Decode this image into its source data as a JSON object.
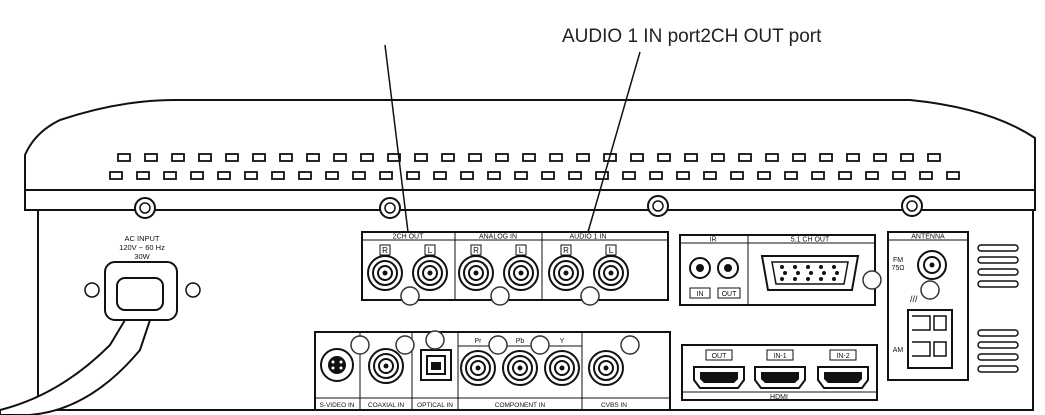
{
  "caption": "AUDIO 1 IN port2CH OUT port",
  "ac_input": {
    "line1": "AC INPUT",
    "line2": "120V ~ 60 Hz",
    "line3": "30W"
  },
  "audio_panel": {
    "ch2_out": "2CH OUT",
    "analog_in": "ANALOG IN",
    "audio1_in": "AUDIO 1 IN",
    "r": "R",
    "l": "L"
  },
  "ir_panel": {
    "title": "IR",
    "in": "IN",
    "out": "OUT",
    "ch51_out": "5.1 CH OUT"
  },
  "antenna_panel": {
    "title": "ANTENNA",
    "fm": "FM",
    "fm_ohm": "75Ω",
    "am": "AM"
  },
  "video_panel": {
    "svideo_in": "S-VIDEO IN",
    "coaxial_in": "COAXIAL IN",
    "optical_in": "OPTICAL IN",
    "component_in": "COMPONENT IN",
    "pr": "Pr",
    "pb": "Pb",
    "y": "Y",
    "cvbs_in": "CVBS IN"
  },
  "hdmi_panel": {
    "title": "HDMI",
    "out": "OUT",
    "in1": "IN-1",
    "in2": "IN-2"
  }
}
